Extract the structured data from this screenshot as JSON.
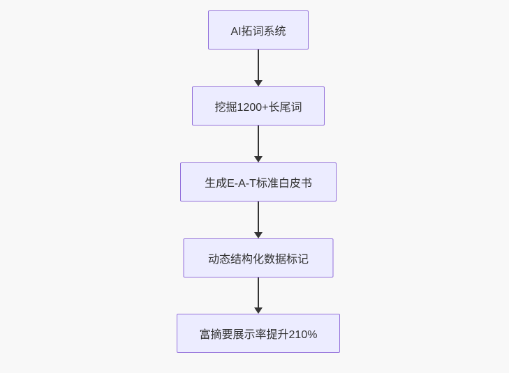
{
  "diagram": {
    "type": "flowchart",
    "direction": "top-down",
    "nodes": [
      {
        "id": "node-1",
        "label": "AI拓词系统"
      },
      {
        "id": "node-2",
        "label": "挖掘1200+长尾词"
      },
      {
        "id": "node-3",
        "label": "生成E-A-T标准白皮书"
      },
      {
        "id": "node-4",
        "label": "动态结构化数据标记"
      },
      {
        "id": "node-5",
        "label": "富摘要展示率提升210%"
      }
    ],
    "edges": [
      {
        "from": "node-1",
        "to": "node-2",
        "style": "arrow-down"
      },
      {
        "from": "node-2",
        "to": "node-3",
        "style": "arrow-down"
      },
      {
        "from": "node-3",
        "to": "node-4",
        "style": "arrow-down"
      },
      {
        "from": "node-4",
        "to": "node-5",
        "style": "arrow-down"
      }
    ],
    "colors": {
      "node_fill": "#ececff",
      "node_border": "#9370db",
      "edge": "#333333",
      "text": "#333333",
      "background": "#f8f8f8"
    }
  }
}
